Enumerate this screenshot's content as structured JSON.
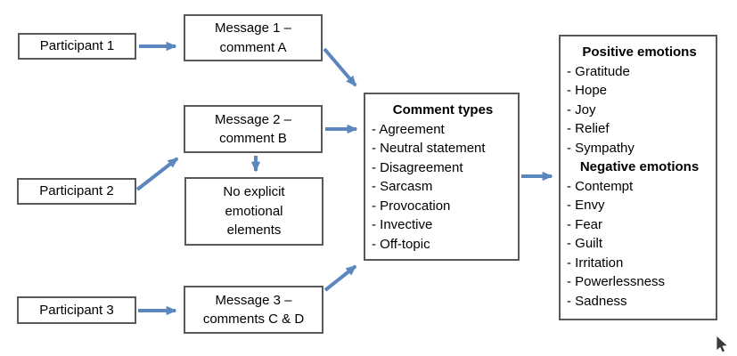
{
  "nodes": {
    "participant1": {
      "label": "Participant 1"
    },
    "participant2": {
      "label": "Participant 2"
    },
    "participant3": {
      "label": "Participant 3"
    },
    "message1": {
      "line1": "Message 1 –",
      "line2": "comment A"
    },
    "message2": {
      "line1": "Message 2 –",
      "line2": "comment B"
    },
    "message3": {
      "line1": "Message 3 –",
      "line2": "comments C & D"
    },
    "no_emotion": {
      "line1": "No explicit",
      "line2": "emotional",
      "line3": "elements"
    },
    "comment_types": {
      "title": "Comment types",
      "items": [
        "- Agreement",
        "- Neutral statement",
        "- Disagreement",
        "- Sarcasm",
        "- Provocation",
        "- Invective",
        "- Off-topic"
      ]
    },
    "emotions": {
      "positive_title": "Positive emotions",
      "positive_items": [
        "- Gratitude",
        "- Hope",
        "- Joy",
        "- Relief",
        "- Sympathy"
      ],
      "negative_title": "Negative emotions",
      "negative_items": [
        "- Contempt",
        "- Envy",
        "- Fear",
        "- Guilt",
        "- Irritation",
        "- Powerlessness",
        "- Sadness"
      ]
    }
  },
  "colors": {
    "arrow": "#5b87be",
    "box_border": "#595959",
    "text": "#000000",
    "background": "#ffffff"
  }
}
